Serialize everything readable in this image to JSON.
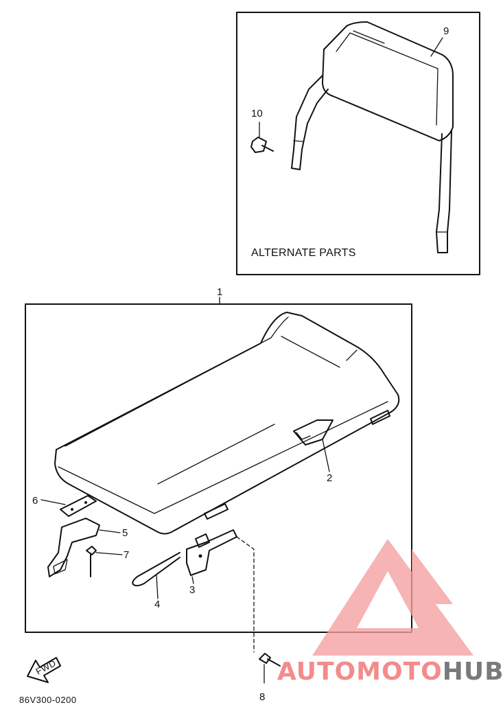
{
  "alternate_parts_caption": "ALTERNATE PARTS",
  "callouts": {
    "seat": "1",
    "part2": "2",
    "part3": "3",
    "part4": "4",
    "part5": "5",
    "part6": "6",
    "part7": "7",
    "part8": "8",
    "backrest": "9",
    "part10": "10"
  },
  "fwd_label": "FWD",
  "drawing_code": "86V300-0200",
  "watermark": {
    "word_part1": "AUTOMOTO",
    "word_part2": "HUB",
    "color_accent": "#f26b6b",
    "color_dark": "#555555"
  }
}
